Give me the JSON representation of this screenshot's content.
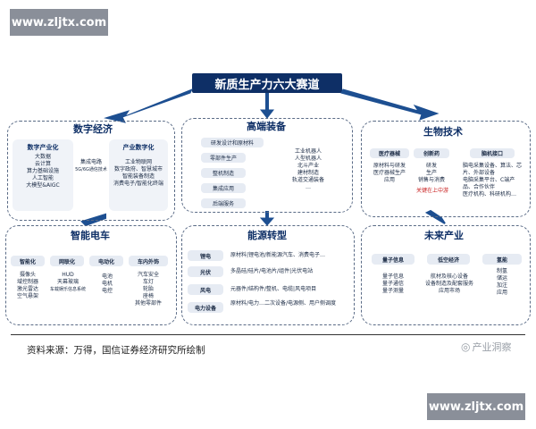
{
  "watermark": {
    "text": "www.zljtx.com"
  },
  "title": "新质生产力六大赛道",
  "digital": {
    "title": "数字经济",
    "ind_head": "数字产业化",
    "ind_items": [
      "大数据",
      "云计算",
      "算力基础设施",
      "人工智能",
      "大模型&AIGC"
    ],
    "mid": [
      "集成电路",
      "5G/6G通信技术"
    ],
    "dig_head": "产业数字化",
    "dig_items": [
      "工业物联网",
      "数字政府、智慧城市",
      "智能装备制造",
      "消费电子/智能化终端"
    ]
  },
  "hiend": {
    "title": "高端装备",
    "left": [
      "研发设计和原材料",
      "零部件生产",
      "整机制造",
      "集成应用",
      "后端服务"
    ],
    "right": [
      "工业机器人",
      "人型机器人",
      "北斗产业",
      "建材制造",
      "轨道交通装备",
      "…"
    ]
  },
  "bio": {
    "title": "生物技术",
    "heads": [
      "医疗器械",
      "创新药",
      "脑机接口"
    ],
    "col1": [
      "原材料与研发",
      "医疗器械生产",
      "应用"
    ],
    "col2": [
      "研发",
      "生产",
      "销售与消费"
    ],
    "col2_red": "关键在上中游",
    "col3": [
      "脑电采集设备、算法、芯片、外部设备",
      "电脑采集平台、C端产品、合作伙伴",
      "医疗机构、科研机构…"
    ]
  },
  "ev": {
    "title": "智能电车",
    "heads": [
      "智能化",
      "网联化",
      "电动化",
      "车内外饰"
    ],
    "col1": [
      "摄像头",
      "域控制器",
      "激光雷达",
      "空气悬架"
    ],
    "col2": [
      "HUD",
      "天幕玻璃",
      "车载娱乐信息系统"
    ],
    "col3": [
      "电池",
      "电机",
      "电控"
    ],
    "col4": [
      "汽车安全",
      "车灯",
      "轮胎",
      "座椅",
      "其他零部件"
    ]
  },
  "energy": {
    "title": "能源转型",
    "rows": [
      {
        "label": "锂电",
        "text": "原材料|锂电池/新能源汽车、消费电子…"
      },
      {
        "label": "光伏",
        "text": "多晶硅/硅片/电池片/组件|光伏电站"
      },
      {
        "label": "风电",
        "text": "元器件/结构件/整机、电缆|风电项目"
      },
      {
        "label": "电力设备",
        "text": "原材料/电力…二次设备/电源侧、用户侧调度"
      }
    ]
  },
  "future": {
    "title": "未来产业",
    "heads": [
      "量子信息",
      "低空经济",
      "氢能"
    ],
    "col1": [
      "量子信息",
      "量子通信",
      "量子测量"
    ],
    "col2": [
      "航材及核心设备",
      "设备制造及配套服务",
      "应用市场"
    ],
    "col3": [
      "制氢",
      "储运",
      "加注",
      "应用"
    ]
  },
  "source": "资料来源：万得，国信证券经济研究所绘制",
  "brand": "产业洞察"
}
